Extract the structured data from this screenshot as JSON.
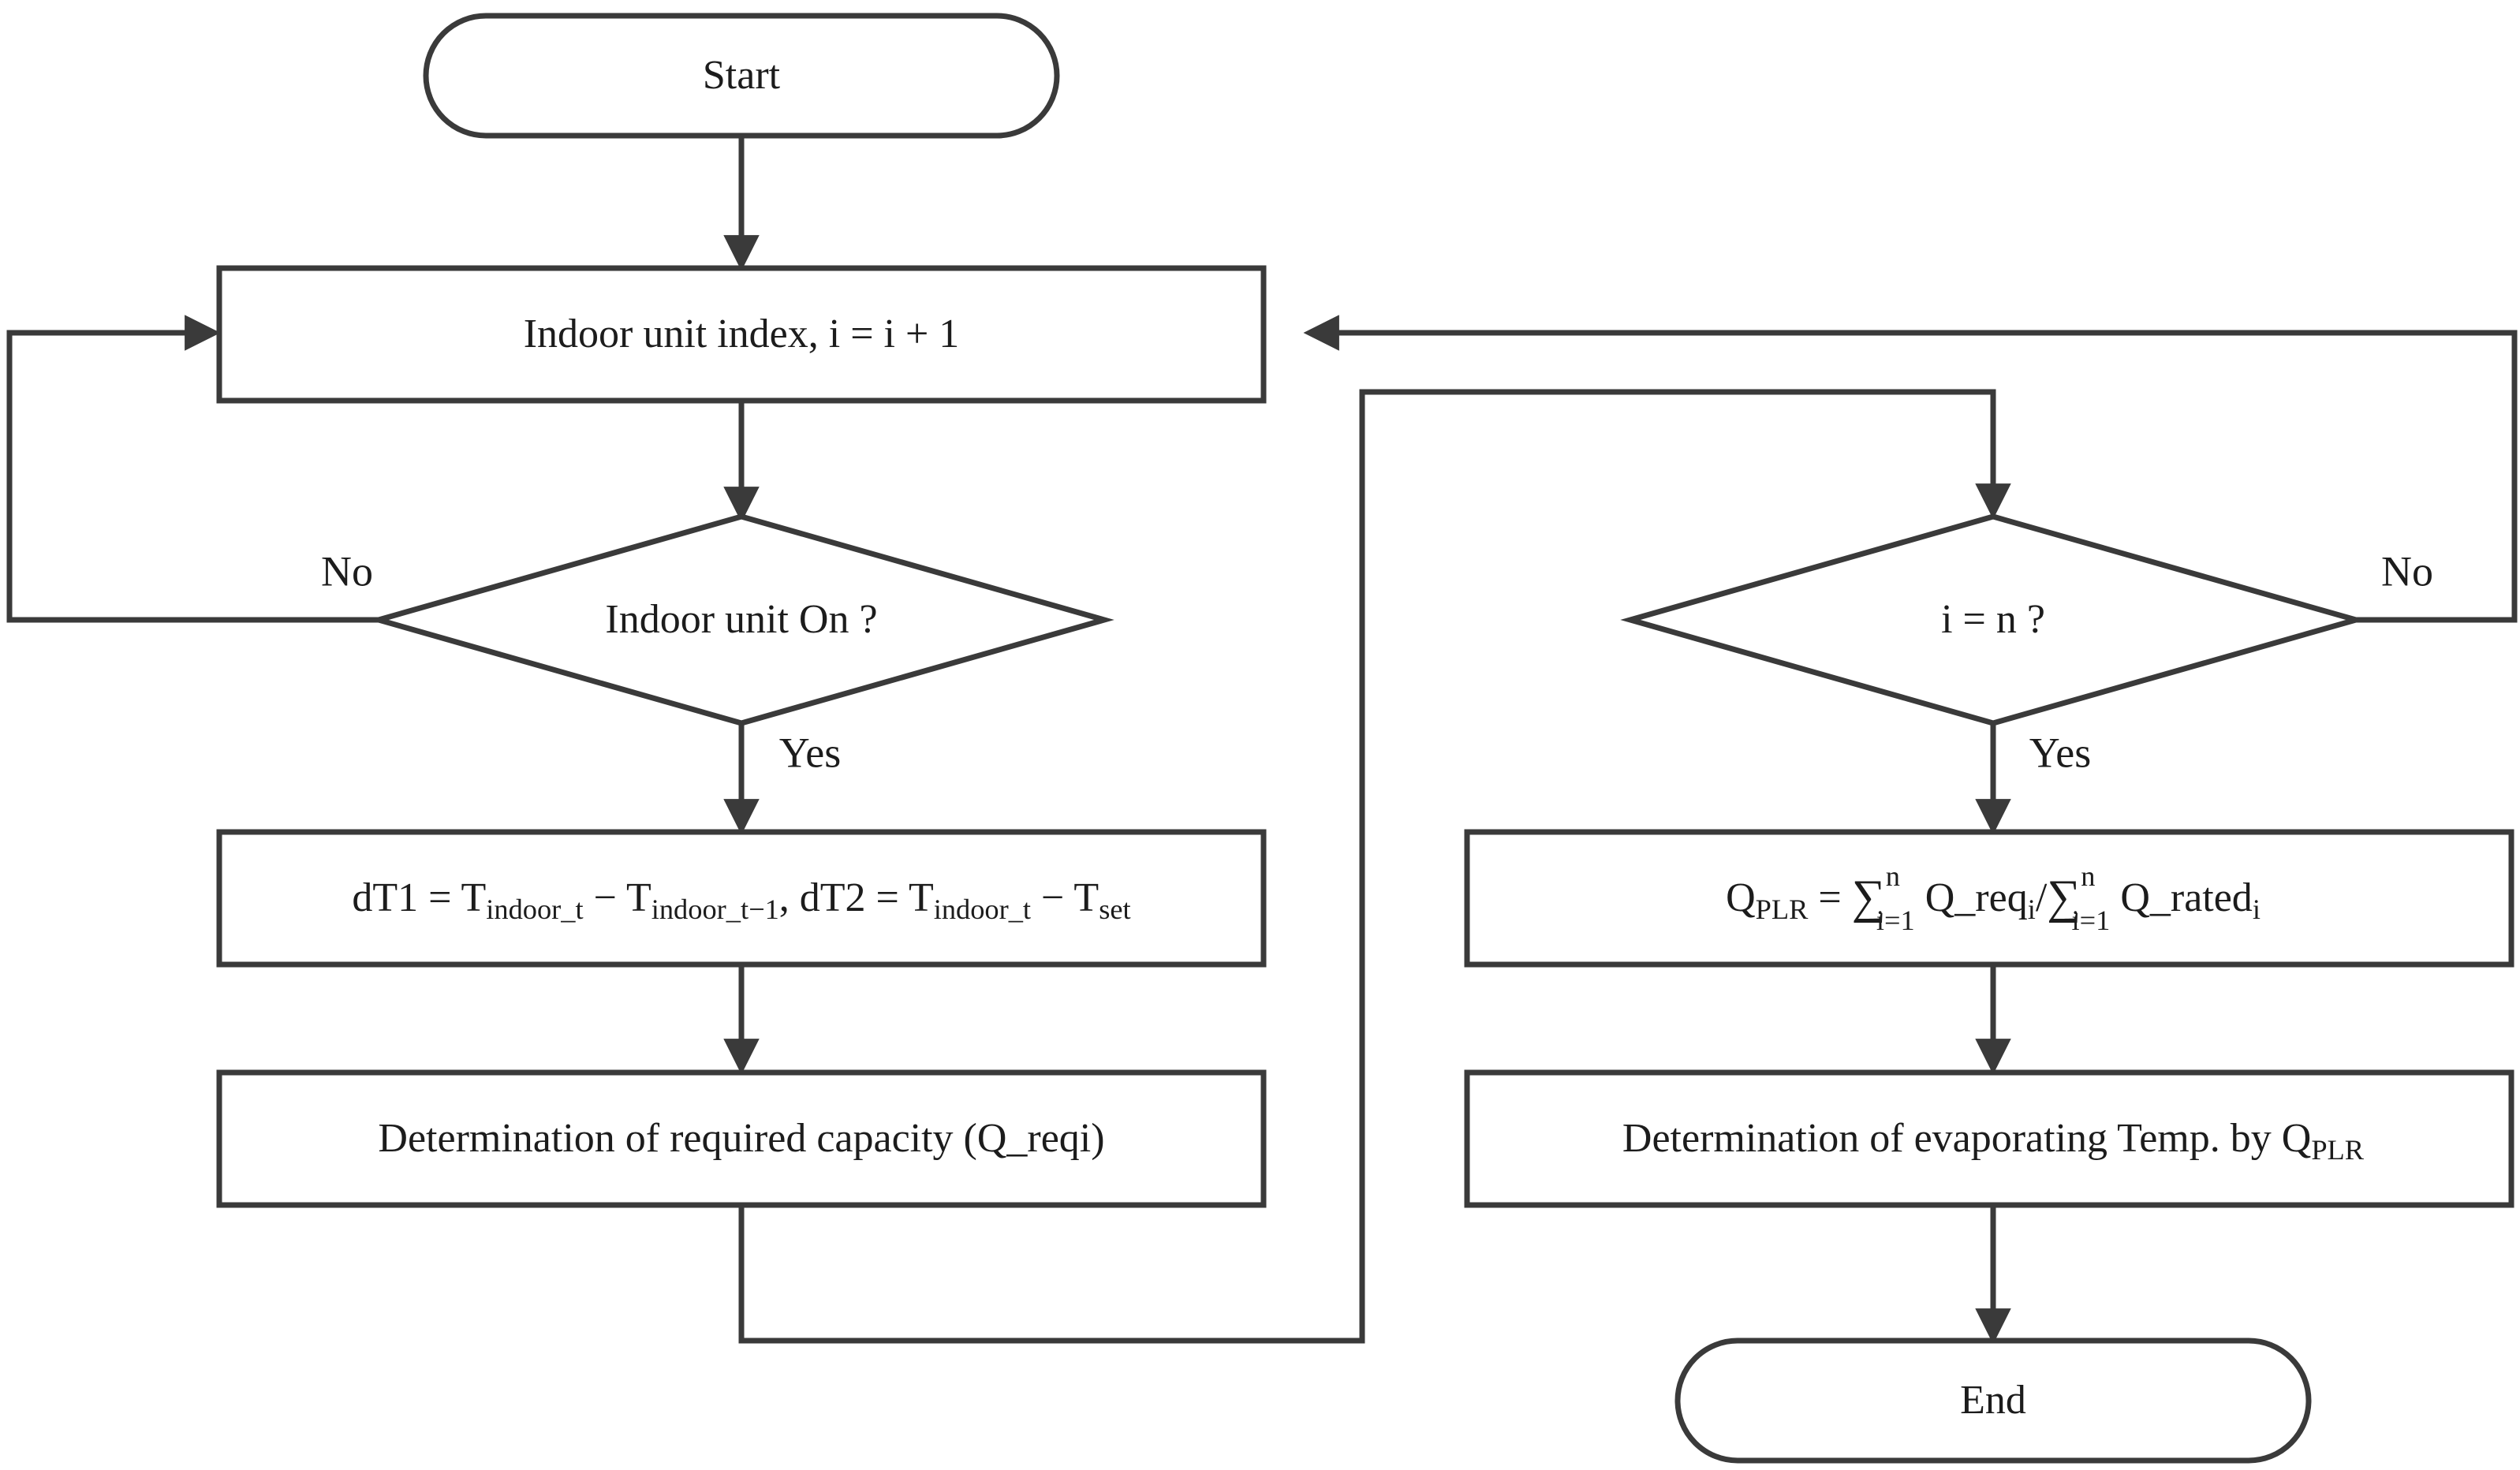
{
  "diagram": {
    "title": "VRF indoor unit capacity and evaporating temperature determination flowchart",
    "stroke_color": "#3a3a3a",
    "text_color": "#1c1c1c",
    "background_color": "#ffffff"
  },
  "nodes": {
    "start": {
      "label": "Start",
      "shape": "terminator"
    },
    "index": {
      "label": "Indoor unit index, i = i + 1",
      "shape": "process"
    },
    "decision_on": {
      "label": "Indoor unit On ?",
      "shape": "decision"
    },
    "dt_formula": {
      "shape": "process",
      "parts": {
        "p1": "dT1 = T",
        "s1": "indoor_t",
        "p2": " − T",
        "s2": "indoor_t−1",
        "p3": ", dT2 = T",
        "s3": "indoor_t",
        "p4": " − T",
        "s4": "set"
      },
      "plain": "dT1 = T_indoor_t − T_indoor_t−1, dT2 = T_indoor_t − T_set"
    },
    "req_capacity": {
      "label": "Determination of required capacity (Q_reqi)",
      "shape": "process"
    },
    "decision_n": {
      "label": "i = n ?",
      "shape": "decision"
    },
    "qplr_formula": {
      "shape": "process",
      "parts": {
        "p1": "Q",
        "s1": "PLR",
        "p2": " = ",
        "sum1": "∑",
        "sum1_sup": "n",
        "sum1_sub": "i=1",
        "p3": " Q_req",
        "s3": "i",
        "p4": "/",
        "sum2": "∑",
        "sum2_sup": "n",
        "sum2_sub": "i=1",
        "p5": " Q_rated",
        "s5": "i"
      },
      "plain": "Q_PLR = ∑(i=1..n) Q_req_i / ∑(i=1..n) Q_rated_i"
    },
    "evap_temp": {
      "shape": "process",
      "parts": {
        "p1": "Determination of evaporating Temp. by Q",
        "s1": "PLR"
      },
      "plain": "Determination of evaporating Temp. by Q_PLR"
    },
    "end": {
      "label": "End",
      "shape": "terminator"
    }
  },
  "edge_labels": {
    "on_no": "No",
    "on_yes": "Yes",
    "n_no": "No",
    "n_yes": "Yes"
  },
  "chart_data": {
    "type": "diagram",
    "subtype": "flowchart",
    "node_sequence": [
      "Start",
      "Indoor unit index, i = i + 1",
      "Indoor unit On ?",
      "dT1 = T_indoor_t − T_indoor_t−1, dT2 = T_indoor_t − T_set",
      "Determination of required capacity (Q_reqi)",
      "i = n ?",
      "Q_PLR = ∑(i=1..n) Q_req_i / ∑(i=1..n) Q_rated_i",
      "Determination of evaporating Temp. by Q_PLR",
      "End"
    ],
    "edges": [
      {
        "from": "Start",
        "to": "Indoor unit index, i = i + 1",
        "label": ""
      },
      {
        "from": "Indoor unit index, i = i + 1",
        "to": "Indoor unit On ?",
        "label": ""
      },
      {
        "from": "Indoor unit On ?",
        "to": "Indoor unit index, i = i + 1",
        "label": "No"
      },
      {
        "from": "Indoor unit On ?",
        "to": "dT1 = T_indoor_t − T_indoor_t−1, dT2 = T_indoor_t − T_set",
        "label": "Yes"
      },
      {
        "from": "dT1 = T_indoor_t − T_indoor_t−1, dT2 = T_indoor_t − T_set",
        "to": "Determination of required capacity (Q_reqi)",
        "label": ""
      },
      {
        "from": "Determination of required capacity (Q_reqi)",
        "to": "i = n ?",
        "label": ""
      },
      {
        "from": "i = n ?",
        "to": "Indoor unit index, i = i + 1",
        "label": "No"
      },
      {
        "from": "i = n ?",
        "to": "Q_PLR = ∑(i=1..n) Q_req_i / ∑(i=1..n) Q_rated_i",
        "label": "Yes"
      },
      {
        "from": "Q_PLR = ∑(i=1..n) Q_req_i / ∑(i=1..n) Q_rated_i",
        "to": "Determination of evaporating Temp. by Q_PLR",
        "label": ""
      },
      {
        "from": "Determination of evaporating Temp. by Q_PLR",
        "to": "End",
        "label": ""
      }
    ]
  }
}
